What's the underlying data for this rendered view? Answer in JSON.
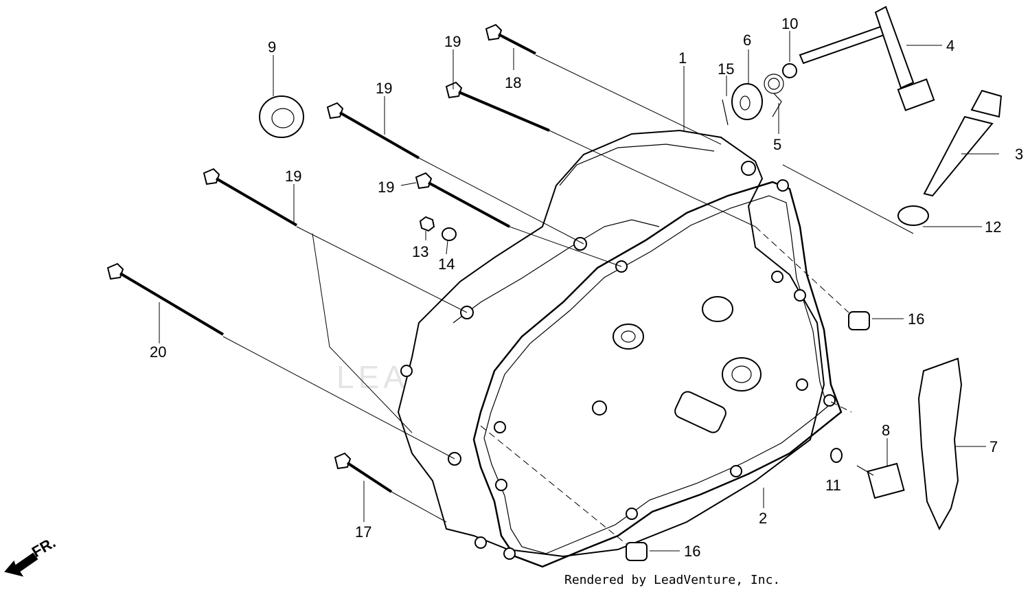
{
  "diagram": {
    "watermark": "LEADVENTURE",
    "credit": "Rendered by LeadVenture, Inc.",
    "direction_label": "FR.",
    "callouts": {
      "c1": "1",
      "c2": "2",
      "c3": "3",
      "c4": "4",
      "c5": "5",
      "c6": "6",
      "c7": "7",
      "c8": "8",
      "c9": "9",
      "c10": "10",
      "c11": "11",
      "c12": "12",
      "c13": "13",
      "c14": "14",
      "c15": "15",
      "c16a": "16",
      "c16b": "16",
      "c17": "17",
      "c18": "18",
      "c19a": "19",
      "c19b": "19",
      "c19c": "19",
      "c19d": "19",
      "c20": "20"
    }
  }
}
